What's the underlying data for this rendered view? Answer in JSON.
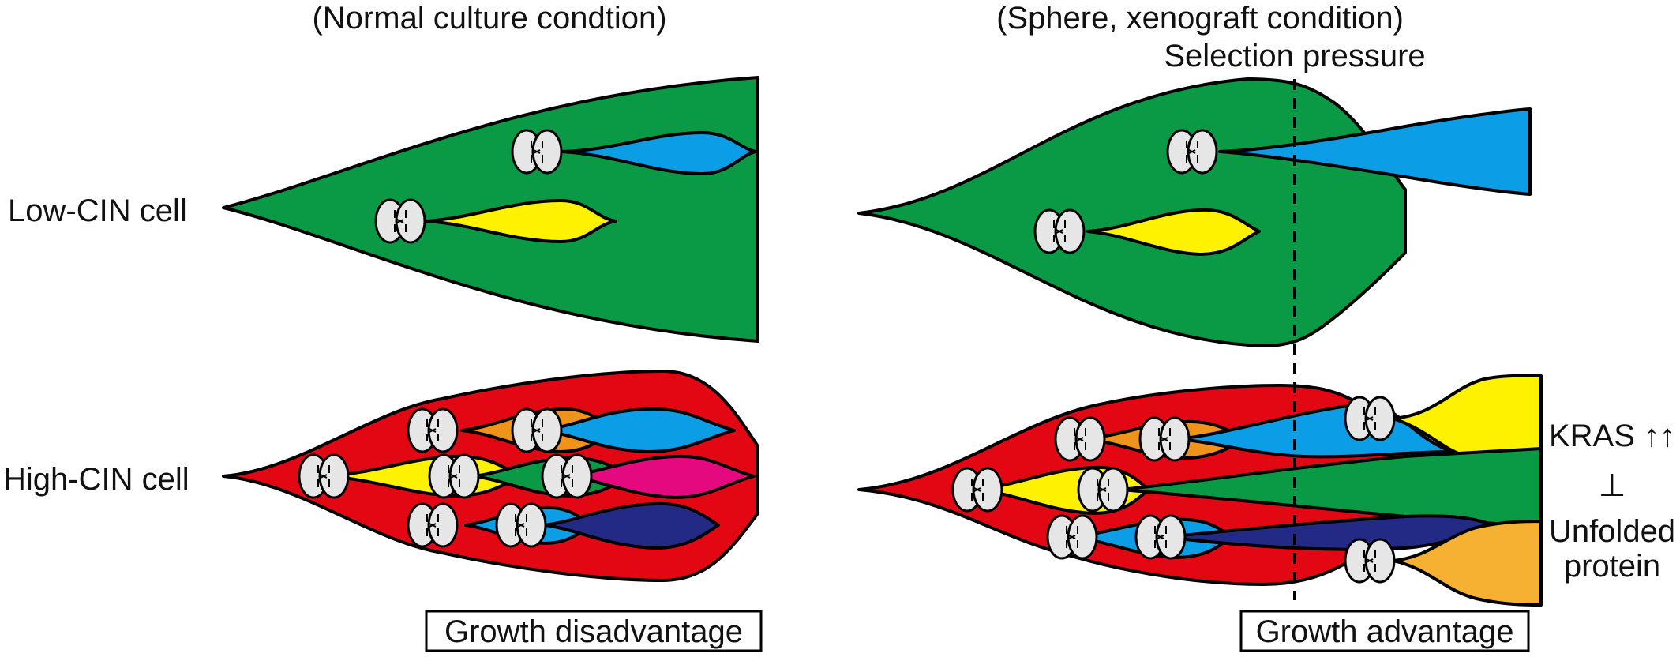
{
  "headers": {
    "left": "(Normal culture condtion)",
    "right": "(Sphere, xenograft condition)",
    "selection": "Selection pressure"
  },
  "row_labels": {
    "low": "Low-CIN cell",
    "high": "High-CIN cell"
  },
  "outcomes": {
    "left": "Growth disadvantage",
    "right": "Growth advantage"
  },
  "side_annotation": {
    "kras": "KRAS ↑↑",
    "inhibit": "⊥",
    "unfolded_1": "Unfolded",
    "unfolded_2": "protein"
  },
  "colors": {
    "green": "#0a9a46",
    "blue": "#0b9ee6",
    "yellow": "#fff200",
    "red": "#e30613",
    "orange": "#f0931b",
    "magenta": "#e5097f",
    "navy": "#232a85",
    "gold": "#f6b133",
    "cell": "#e6e6e6"
  }
}
